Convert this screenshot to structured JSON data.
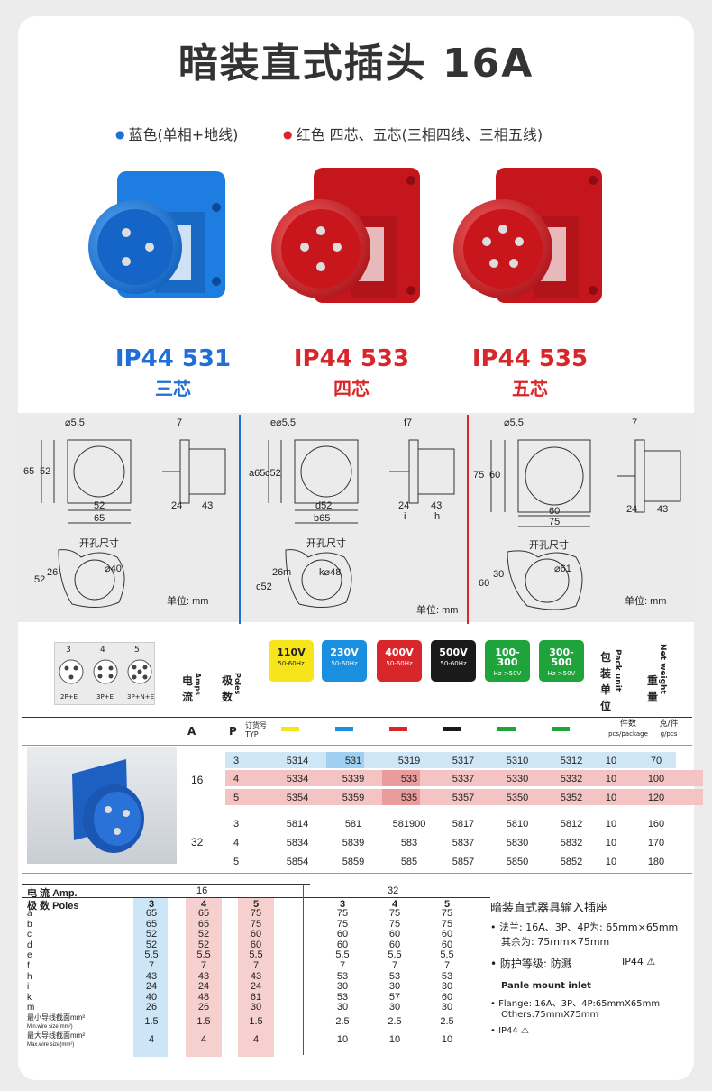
{
  "title": "暗装直式插头  16A",
  "legend": {
    "blue_label": "蓝色(单相+地线)",
    "red_label": "红色 四芯、五芯(三相四线、三相五线)"
  },
  "products": [
    {
      "model": "IP44  531",
      "cores": "三芯",
      "color": "#1f6fd6"
    },
    {
      "model": "IP44  533",
      "cores": "四芯",
      "color": "#d8262a"
    },
    {
      "model": "IP44  535",
      "cores": "五芯",
      "color": "#d8262a"
    }
  ],
  "drawings": [
    {
      "hole": "⌀5.5",
      "dims": [
        "65",
        "52",
        "52",
        "65",
        "7",
        "24",
        "43"
      ],
      "cutout": "开孔尺寸",
      "cut_dims": [
        "52",
        "26",
        "⌀40"
      ],
      "unit": "单位: mm"
    },
    {
      "hole": "e⌀5.5",
      "dims": [
        "a65",
        "c52",
        "d52",
        "b65",
        "f7",
        "i",
        "h",
        "24",
        "43"
      ],
      "cutout": "开孔尺寸",
      "cut_dims": [
        "c52",
        "26",
        "m",
        "k⌀48"
      ],
      "unit": "单位: mm"
    },
    {
      "hole": "⌀5.5",
      "dims": [
        "75",
        "60",
        "60",
        "75",
        "7",
        "24",
        "43"
      ],
      "cutout": "开孔尺寸",
      "cut_dims": [
        "60",
        "30",
        "⌀61"
      ],
      "unit": "单位: mm"
    }
  ],
  "table": {
    "pole_icons": [
      "3",
      "4",
      "5"
    ],
    "pole_icon_labels": [
      "2P+E",
      "3P+E",
      "3P+N+E"
    ],
    "amps_label": "电流",
    "amps_en": "Amps",
    "poles_label": "极数",
    "poles_en": "Poles",
    "voltages": [
      {
        "v": "110V",
        "hz": "50-60Hz",
        "bg": "#f7e51c",
        "fg": "#222"
      },
      {
        "v": "230V",
        "hz": "50-60Hz",
        "bg": "#1a8fe0",
        "fg": "#fff"
      },
      {
        "v": "400V",
        "hz": "50-60Hz",
        "bg": "#d8262a",
        "fg": "#fff"
      },
      {
        "v": "500V",
        "hz": "50-60Hz",
        "bg": "#1a1a1a",
        "fg": "#fff"
      },
      {
        "v": "100-300",
        "hz": "Hz >50V",
        "bg": "#1fa33b",
        "fg": "#fff"
      },
      {
        "v": "300-500",
        "hz": "Hz >50V",
        "bg": "#1fa33b",
        "fg": "#fff"
      }
    ],
    "pack_label": "包装单位",
    "pack_en": "Pack unit",
    "weight_label": "重量",
    "weight_en": "Net weight",
    "sub_a": "A",
    "sub_p": "P",
    "sub_typ": "订货号 TYP",
    "sub_pack": "件数",
    "sub_pack_en": "pcs/package",
    "sub_weight": "克/件",
    "sub_weight_en": "g/pcs",
    "amp16": "16",
    "amp32": "32",
    "rows": [
      {
        "p": "3",
        "c": [
          "5314",
          "531",
          "5319",
          "5317",
          "5310",
          "5312"
        ],
        "pack": "10",
        "w": "70"
      },
      {
        "p": "4",
        "c": [
          "5334",
          "5339",
          "533",
          "5337",
          "5330",
          "5332"
        ],
        "pack": "10",
        "w": "100"
      },
      {
        "p": "5",
        "c": [
          "5354",
          "5359",
          "535",
          "5357",
          "5350",
          "5352"
        ],
        "pack": "10",
        "w": "120"
      },
      {
        "p": "3",
        "c": [
          "5814",
          "581",
          "581900",
          "5817",
          "5810",
          "5812"
        ],
        "pack": "10",
        "w": "160"
      },
      {
        "p": "4",
        "c": [
          "5834",
          "5839",
          "583",
          "5837",
          "5830",
          "5832"
        ],
        "pack": "10",
        "w": "170"
      },
      {
        "p": "5",
        "c": [
          "5854",
          "5859",
          "585",
          "5857",
          "5850",
          "5852"
        ],
        "pack": "10",
        "w": "180"
      }
    ]
  },
  "specs": {
    "amp_label": "电 流  Amp.",
    "amp16": "16",
    "amp32": "32",
    "poles_label": "极 数  Poles",
    "row_labels": [
      "a",
      "b",
      "c",
      "d",
      "e",
      "f",
      "h",
      "i",
      "k",
      "m"
    ],
    "min_wire": "最小导线截面mm²",
    "min_wire_en": "Min.wire size(mm²)",
    "max_wire": "最大导线截面mm²",
    "max_wire_en": "Max.wire size(mm²)",
    "cols": [
      {
        "h": "3",
        "v": [
          "65",
          "65",
          "52",
          "52",
          "5.5",
          "7",
          "43",
          "24",
          "40",
          "26"
        ],
        "min": "1.5",
        "max": "4"
      },
      {
        "h": "4",
        "v": [
          "65",
          "65",
          "52",
          "52",
          "5.5",
          "7",
          "43",
          "24",
          "48",
          "26"
        ],
        "min": "1.5",
        "max": "4"
      },
      {
        "h": "5",
        "v": [
          "75",
          "75",
          "60",
          "60",
          "5.5",
          "7",
          "43",
          "24",
          "61",
          "30"
        ],
        "min": "1.5",
        "max": "4"
      },
      {
        "h": "3",
        "v": [
          "75",
          "75",
          "60",
          "60",
          "5.5",
          "7",
          "53",
          "30",
          "53",
          "30"
        ],
        "min": "2.5",
        "max": "10"
      },
      {
        "h": "4",
        "v": [
          "75",
          "75",
          "60",
          "60",
          "5.5",
          "7",
          "53",
          "30",
          "57",
          "30"
        ],
        "min": "2.5",
        "max": "10"
      },
      {
        "h": "5",
        "v": [
          "75",
          "75",
          "60",
          "60",
          "5.5",
          "7",
          "53",
          "30",
          "60",
          "30"
        ],
        "min": "2.5",
        "max": "10"
      }
    ],
    "desc_title": "暗装直式器具输入插座",
    "desc_flange": "法兰: 16A、3P、4P为: 65mm×65mm",
    "desc_other": "其余为: 75mm×75mm",
    "desc_ip": "防护等级: 防溅",
    "desc_ip_code": "IP44",
    "en_title": "Panle mount inlet",
    "en_flange": "Flange: 16A、3P、4P:65mmX65mm",
    "en_other": "Others:75mmX75mm",
    "en_ip": "IP44"
  }
}
